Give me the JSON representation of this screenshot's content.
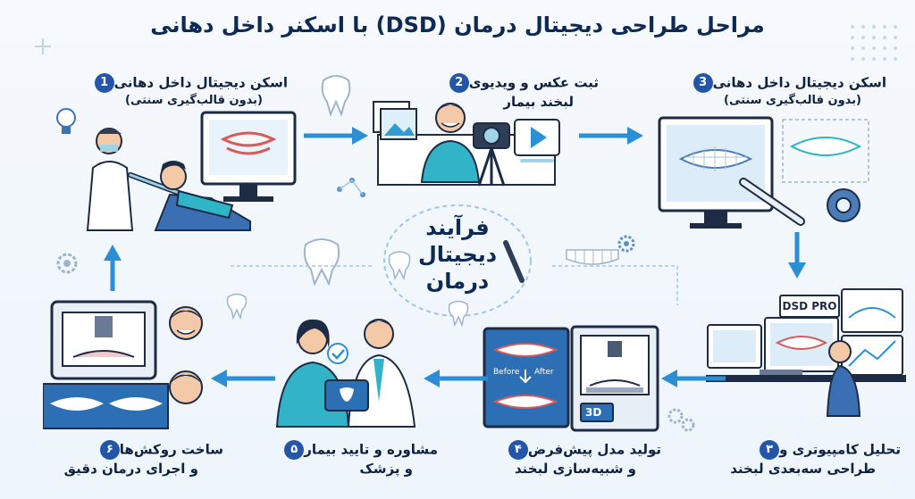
{
  "title": "مراحل طراحی دیجیتال درمان (DSD) با اسکنر داخل دهانی",
  "center": {
    "line1": "فرآیند",
    "line2": "دیجیتال",
    "line3": "درمان"
  },
  "steps": [
    {
      "badge": "1",
      "line1": "اسکن دیجیتال داخل دهانی",
      "line2": "(بدون قالب‌گیری سنتی)"
    },
    {
      "badge": "2",
      "line1": "ثبت عکس و ویدیوی",
      "line2": "لبخند بیمار"
    },
    {
      "badge": "3",
      "line1": "اسکن دیجیتال داخل دهانی",
      "line2": "(بدون قالب‌گیری سنتی)"
    },
    {
      "badge": "۳",
      "line1": "تحلیل کامپیوتری و",
      "line2": "طراحی سه‌بعدی لبخند"
    },
    {
      "badge": "۴",
      "line1": "تولید مدل پیش‌فرض",
      "line2": "و شبیه‌سازی لبخند"
    },
    {
      "badge": "۵",
      "line1": "مشاوره و تایید بیمار",
      "line2": "و پزشک"
    },
    {
      "badge": "۶",
      "line1": "ساخت روکش‌ها",
      "line2": "و اجرای درمان دقیق"
    }
  ],
  "labels": {
    "dsd_pro": "DSD PRO",
    "before": "Before",
    "after": "After",
    "printer_3d": "3D"
  },
  "colors": {
    "accent": "#2b8fd6",
    "teal": "#33b3c7",
    "navy": "#0d2a55",
    "badge": "#2356a8"
  }
}
